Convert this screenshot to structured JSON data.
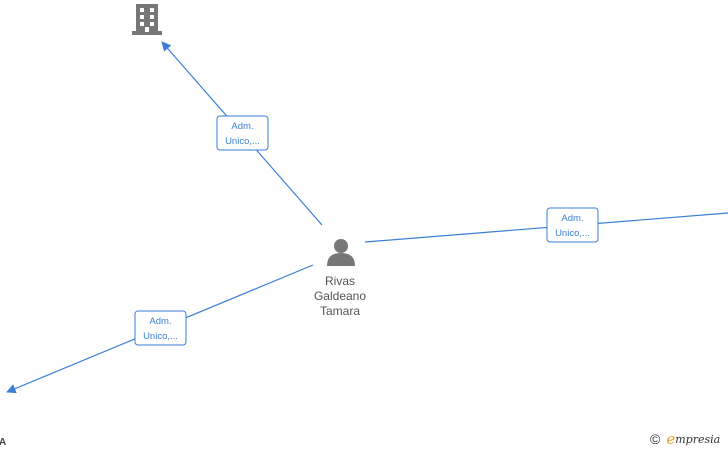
{
  "diagram": {
    "center_person": {
      "icon": "person-icon",
      "name_lines": [
        "Rivas",
        "Galdeano",
        "Tamara"
      ]
    },
    "company_icon": "building-icon",
    "edges": [
      {
        "id": "to-company-top",
        "label_lines": [
          "Adm.",
          "Unico,..."
        ]
      },
      {
        "id": "to-right",
        "label_lines": [
          "Adm.",
          "Unico,..."
        ]
      },
      {
        "id": "to-bottom-left",
        "label_lines": [
          "Adm.",
          "Unico,..."
        ]
      }
    ],
    "partial_label": "A",
    "colors": {
      "edge": "#3a7fd5",
      "icon": "#777777",
      "brand_accent": "#e8a025"
    }
  },
  "footer": {
    "copyright_symbol": "©",
    "brand_first": "e",
    "brand_rest": "mpresia"
  }
}
